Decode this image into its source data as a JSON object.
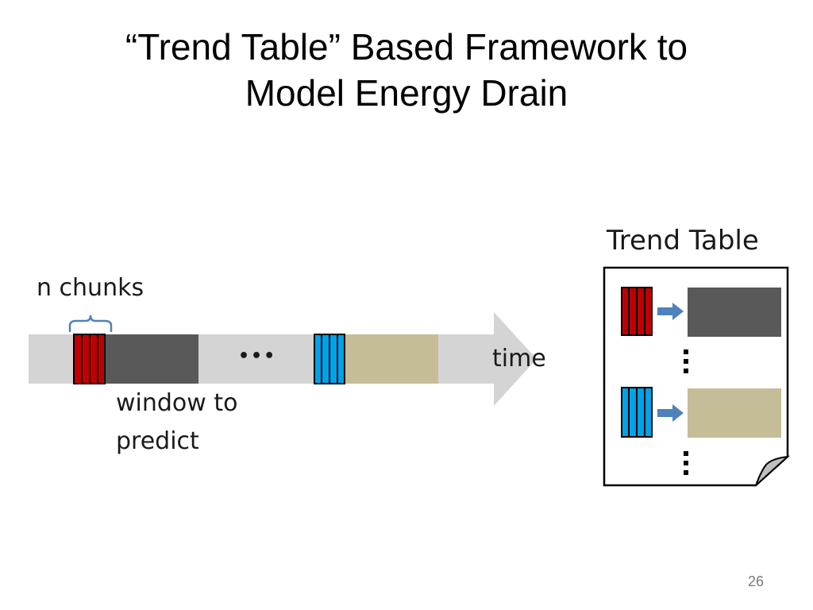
{
  "slide": {
    "title_line1": "“Trend Table” Based Framework to",
    "title_line2": "Model Energy Drain",
    "page_number": "26"
  },
  "timeline": {
    "chunk_label": "n chunks",
    "ellipsis": "•••",
    "time_label": "time",
    "window_label_line1": "window to",
    "window_label_line2": "predict"
  },
  "trend_table": {
    "title": "Trend Table",
    "vertical_ellipsis": "⋮"
  },
  "colors": {
    "arrow_gray": "#d4d4d4",
    "red_chunk": "#c00000",
    "blue_chunk": "#00a2e8",
    "dark_window": "#595959",
    "tan_window": "#c4bd97",
    "arrow_blue": "#4f81bd",
    "brace_blue": "#4f81bd"
  }
}
